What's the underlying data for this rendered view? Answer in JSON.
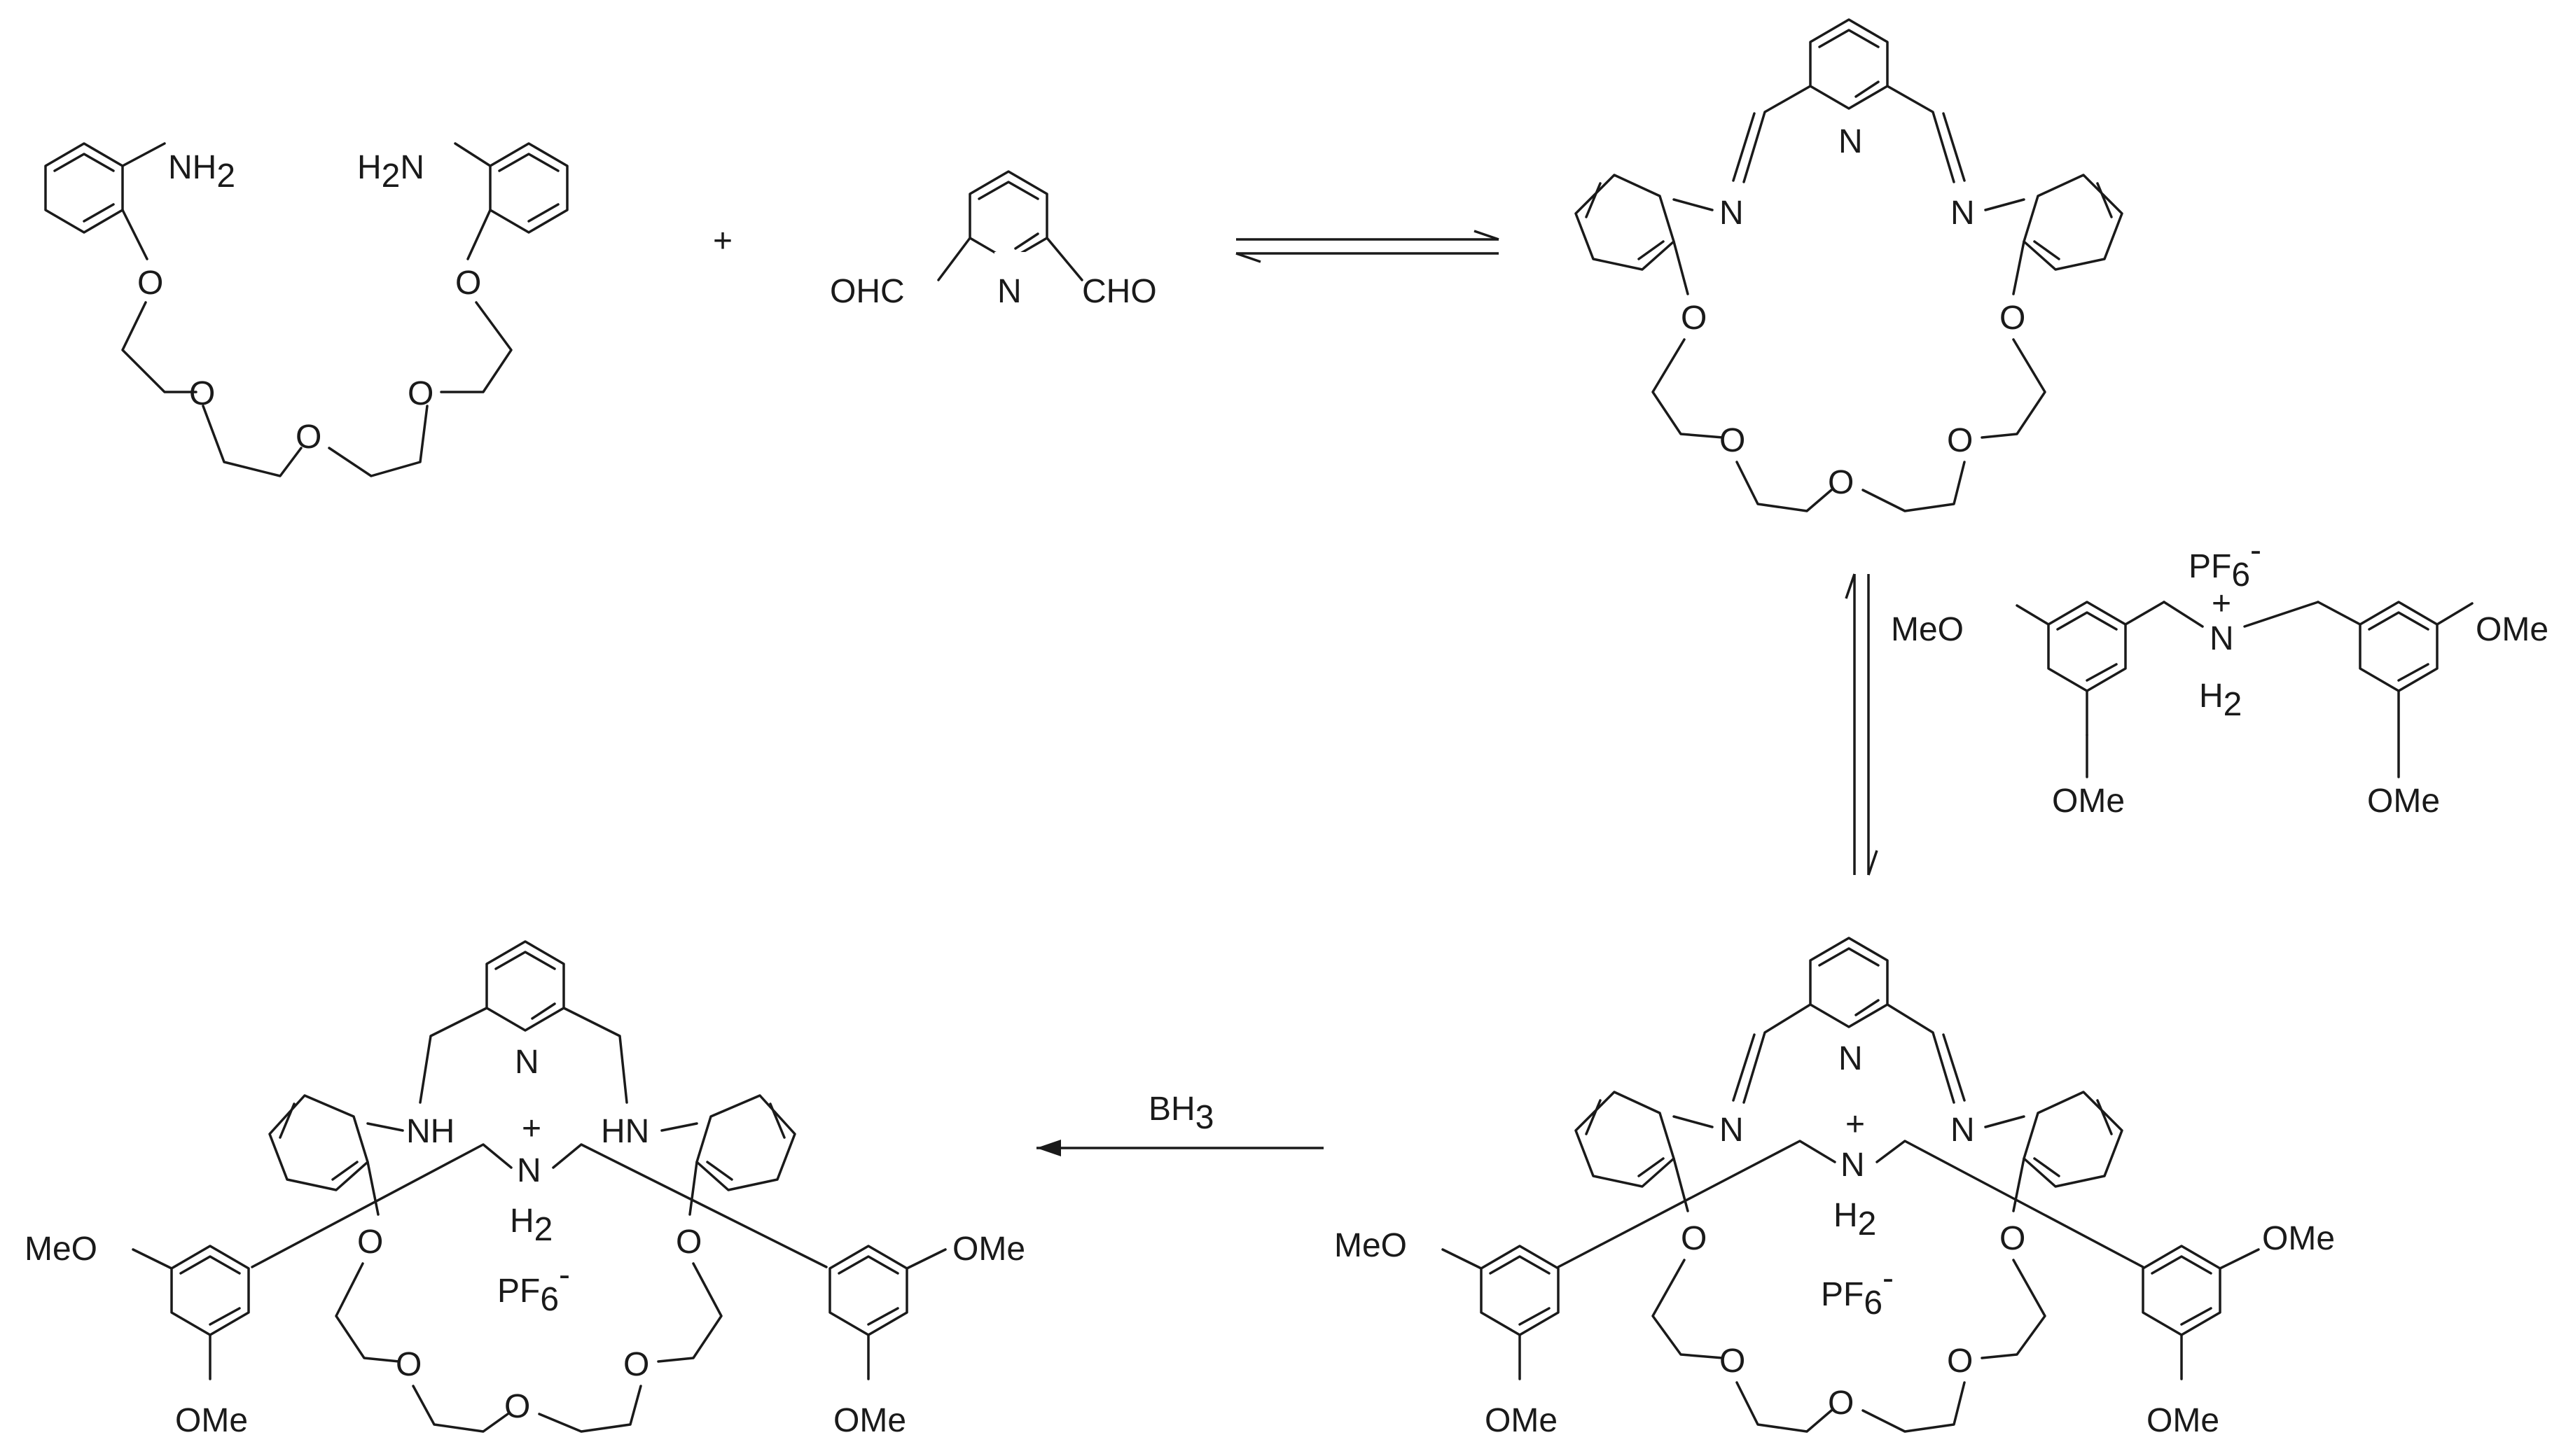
{
  "reaction": {
    "plus_sign": "+",
    "step2_reagent": "BH3",
    "step2_reagent_main": "BH",
    "step2_reagent_sub": "3"
  },
  "labels": {
    "nh2_left": "NH2",
    "h2n_right": "H2N",
    "o": "O",
    "n": "N",
    "ohc": "OHC",
    "cho": "CHO",
    "meo": "MeO",
    "ome": "OMe",
    "nh": "NH",
    "hn": "HN",
    "pf6": "PF6",
    "pf6_main": "PF",
    "pf6_sub": "6",
    "minus": "-",
    "plus": "+",
    "h2_main": "H",
    "h2_sub": "2",
    "nh2_main": "NH",
    "h2n_main": "H",
    "h2n_n": "N"
  },
  "colors": {
    "ink": "#1a1a1a",
    "background": "#ffffff"
  }
}
